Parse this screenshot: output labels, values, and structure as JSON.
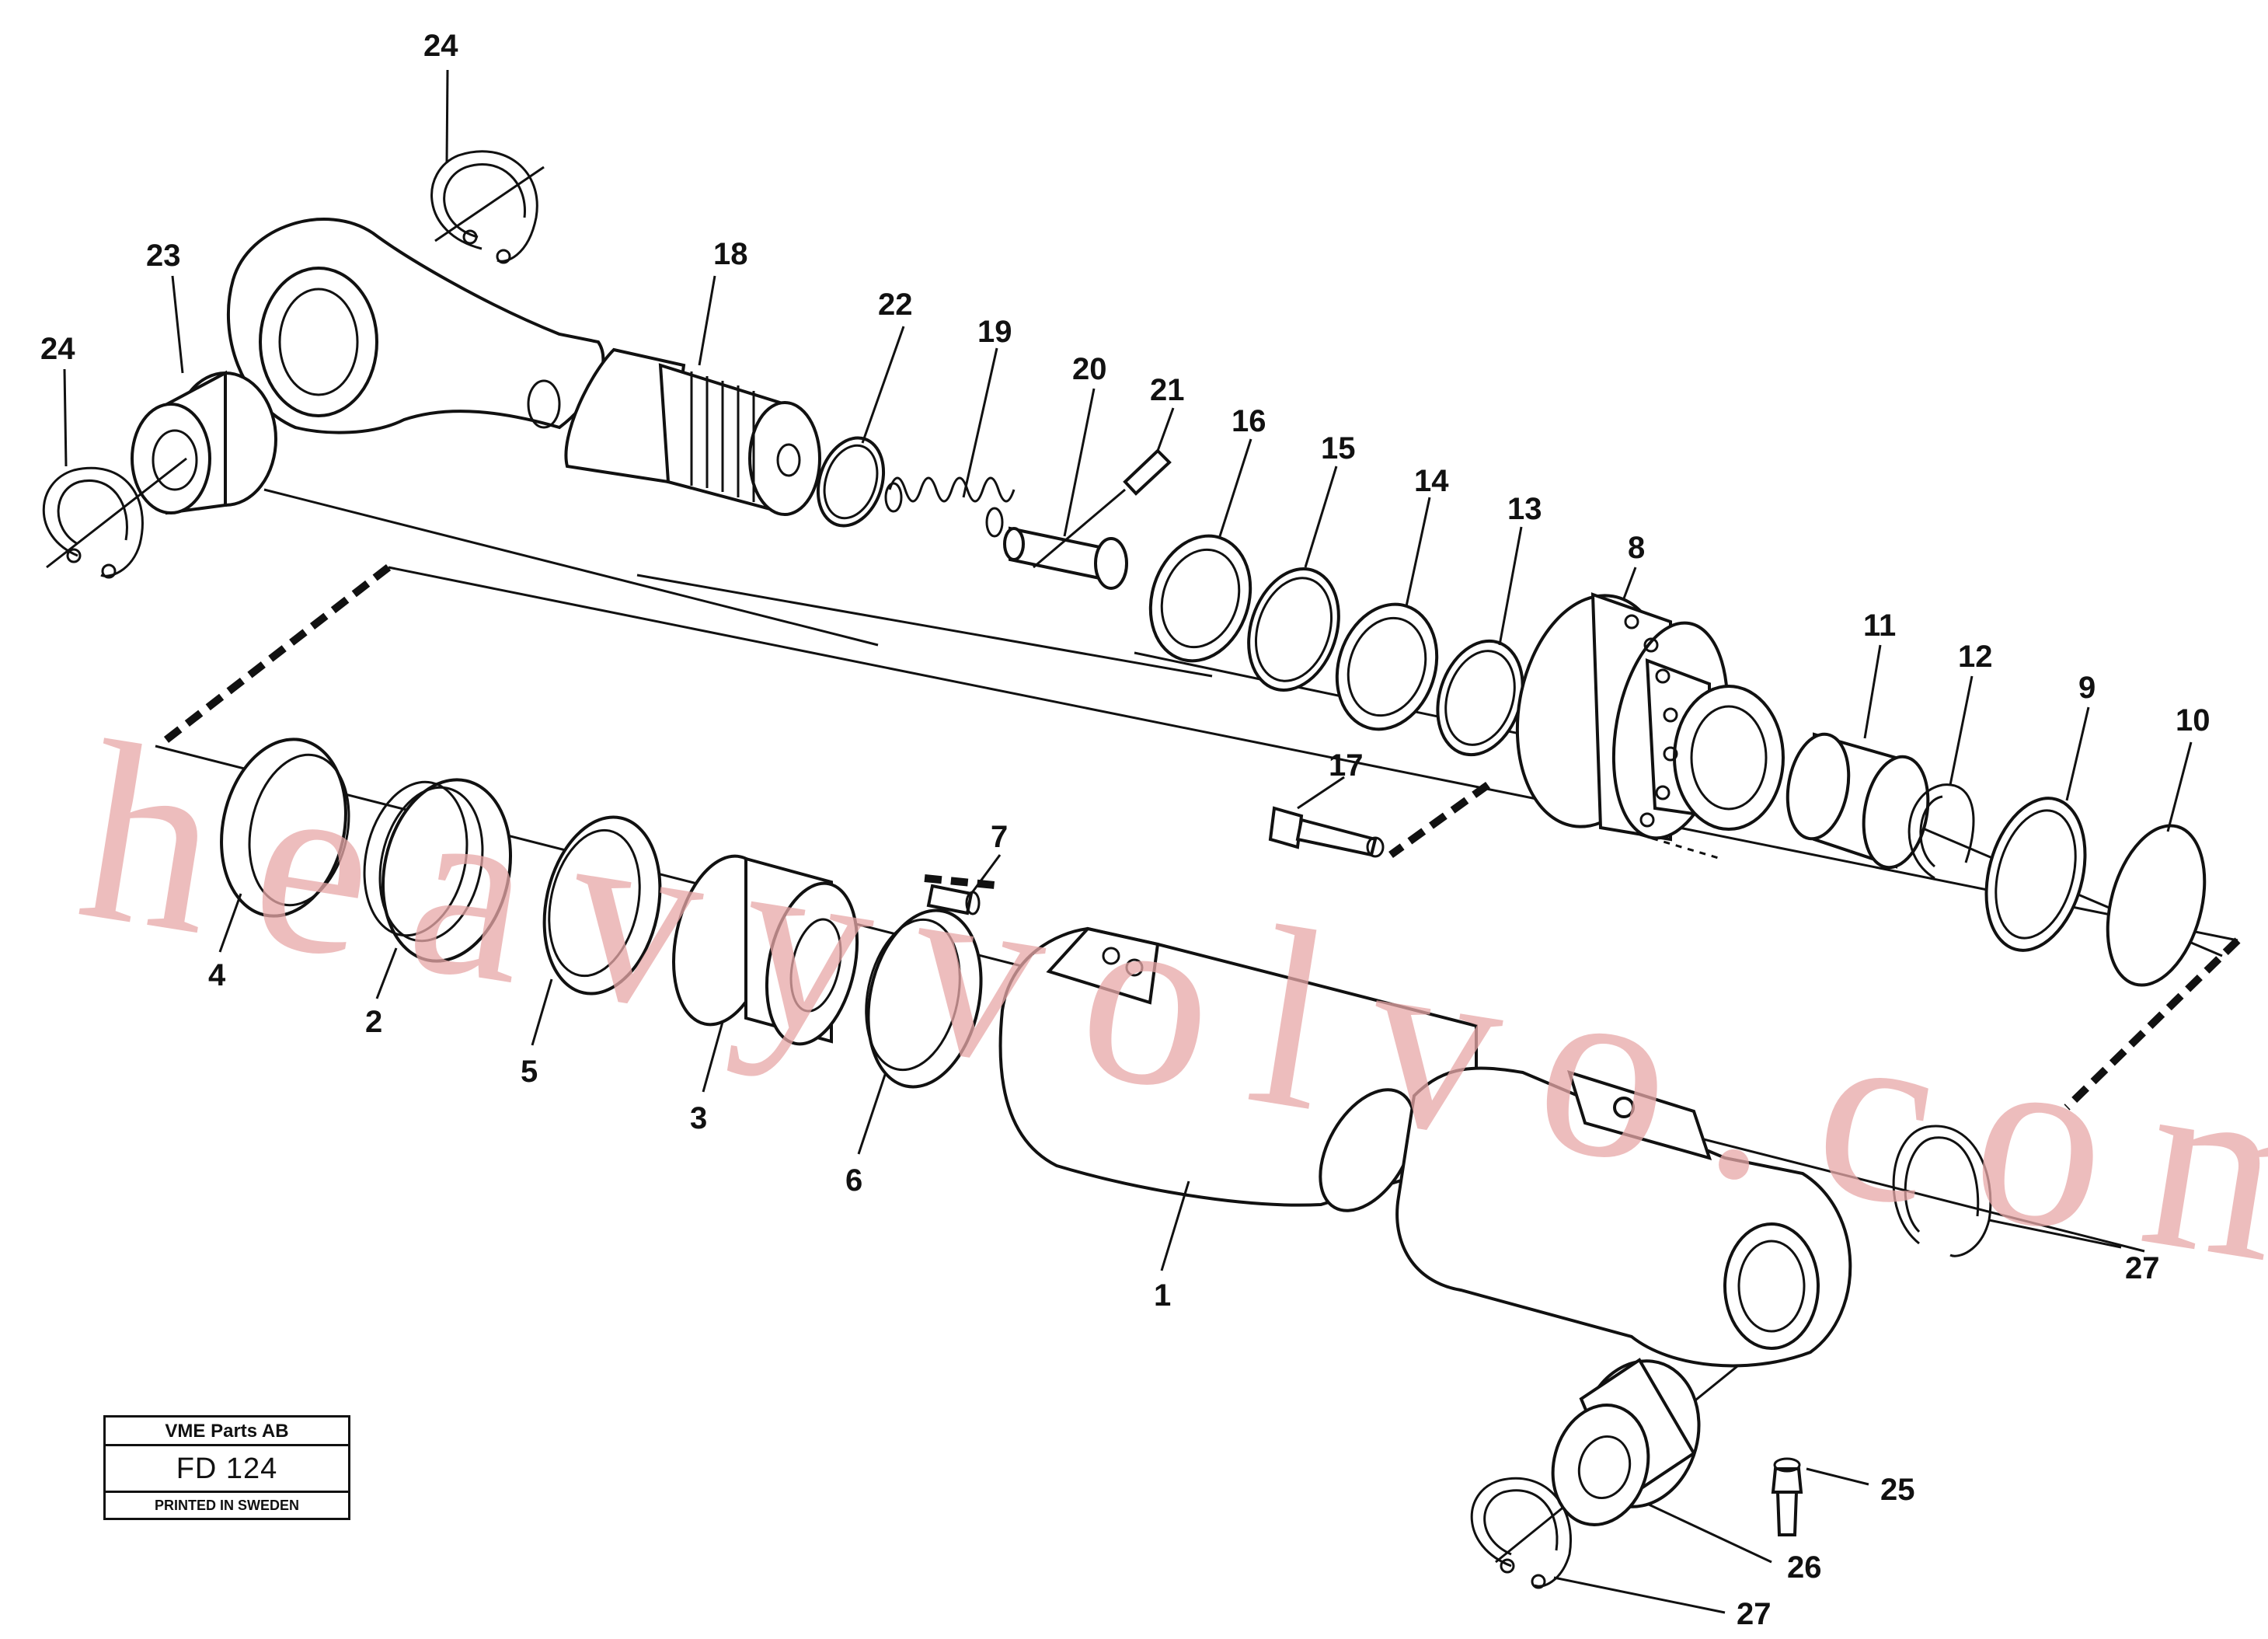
{
  "watermark": "heavyvolvo.com",
  "title_block": {
    "company": "VME Parts AB",
    "drawing_code": "FD 124",
    "printed": "PRINTED IN SWEDEN"
  },
  "callouts": [
    {
      "id": "c24a",
      "label": "24"
    },
    {
      "id": "c23",
      "label": "23"
    },
    {
      "id": "c24b",
      "label": "24"
    },
    {
      "id": "c18",
      "label": "18"
    },
    {
      "id": "c22",
      "label": "22"
    },
    {
      "id": "c19",
      "label": "19"
    },
    {
      "id": "c20",
      "label": "20"
    },
    {
      "id": "c21",
      "label": "21"
    },
    {
      "id": "c16",
      "label": "16"
    },
    {
      "id": "c15",
      "label": "15"
    },
    {
      "id": "c14",
      "label": "14"
    },
    {
      "id": "c13",
      "label": "13"
    },
    {
      "id": "c8",
      "label": "8"
    },
    {
      "id": "c11",
      "label": "11"
    },
    {
      "id": "c12",
      "label": "12"
    },
    {
      "id": "c9",
      "label": "9"
    },
    {
      "id": "c10",
      "label": "10"
    },
    {
      "id": "c17",
      "label": "17"
    },
    {
      "id": "c7",
      "label": "7"
    },
    {
      "id": "c4",
      "label": "4"
    },
    {
      "id": "c2",
      "label": "2"
    },
    {
      "id": "c5",
      "label": "5"
    },
    {
      "id": "c3",
      "label": "3"
    },
    {
      "id": "c6",
      "label": "6"
    },
    {
      "id": "c1",
      "label": "1"
    },
    {
      "id": "c27a",
      "label": "27"
    },
    {
      "id": "c25",
      "label": "25"
    },
    {
      "id": "c26",
      "label": "26"
    },
    {
      "id": "c27b",
      "label": "27"
    }
  ]
}
